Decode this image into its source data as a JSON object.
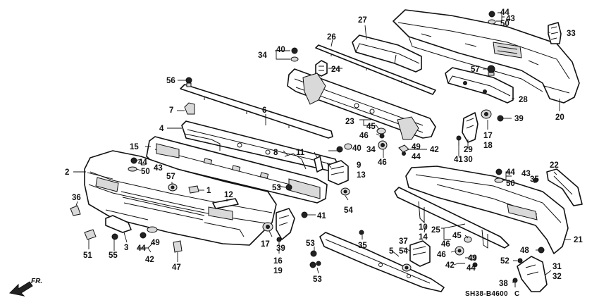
{
  "diagram": {
    "part_code": "SH38-B4600",
    "revision": "C",
    "direction_label": "FR.",
    "callouts": {
      "c2": "2",
      "c3": "3",
      "c4": "4",
      "c5": "5",
      "c6": "6",
      "c7": "7",
      "c8": "8",
      "c9": "9",
      "c10": "10",
      "c11": "11",
      "c12": "12",
      "c13": "13",
      "c14": "14",
      "c15": "15",
      "c16": "16",
      "c17a": "17",
      "c17b": "17",
      "c18": "18",
      "c19": "19",
      "c20": "20",
      "c21": "21",
      "c22": "22",
      "c23": "23",
      "c24": "24",
      "c25": "25",
      "c26": "26",
      "c27": "27",
      "c28": "28",
      "c29": "29",
      "c30": "30",
      "c31": "31",
      "c32": "32",
      "c33": "33",
      "c34a": "34",
      "c34b": "34",
      "c35a": "35",
      "c35b": "35",
      "c36": "36",
      "c37": "37",
      "c38": "38",
      "c39a": "39",
      "c39b": "39",
      "c40a": "40",
      "c40b": "40",
      "c41a": "41",
      "c41b": "41",
      "c42a": "42",
      "c42b": "42",
      "c42c": "42",
      "c43a": "43",
      "c43b": "43",
      "c43c": "43",
      "c44a": "44",
      "c44b": "44",
      "c44c": "44",
      "c44d": "44",
      "c44e": "44",
      "c44f": "44",
      "c45a": "45",
      "c45b": "45",
      "c46a": "46",
      "c46b": "46",
      "c46c": "46",
      "c46d": "46",
      "c47": "47",
      "c48": "48",
      "c49a": "49",
      "c49b": "49",
      "c49c": "49",
      "c50a": "50",
      "c50b": "50",
      "c50c": "50",
      "c51": "51",
      "c52": "52",
      "c53a": "53",
      "c53b": "53",
      "c53c": "53",
      "c54a": "54",
      "c54b": "54",
      "c55": "55",
      "c56": "56",
      "c57a": "57",
      "c57b": "57",
      "c1": "1"
    }
  }
}
